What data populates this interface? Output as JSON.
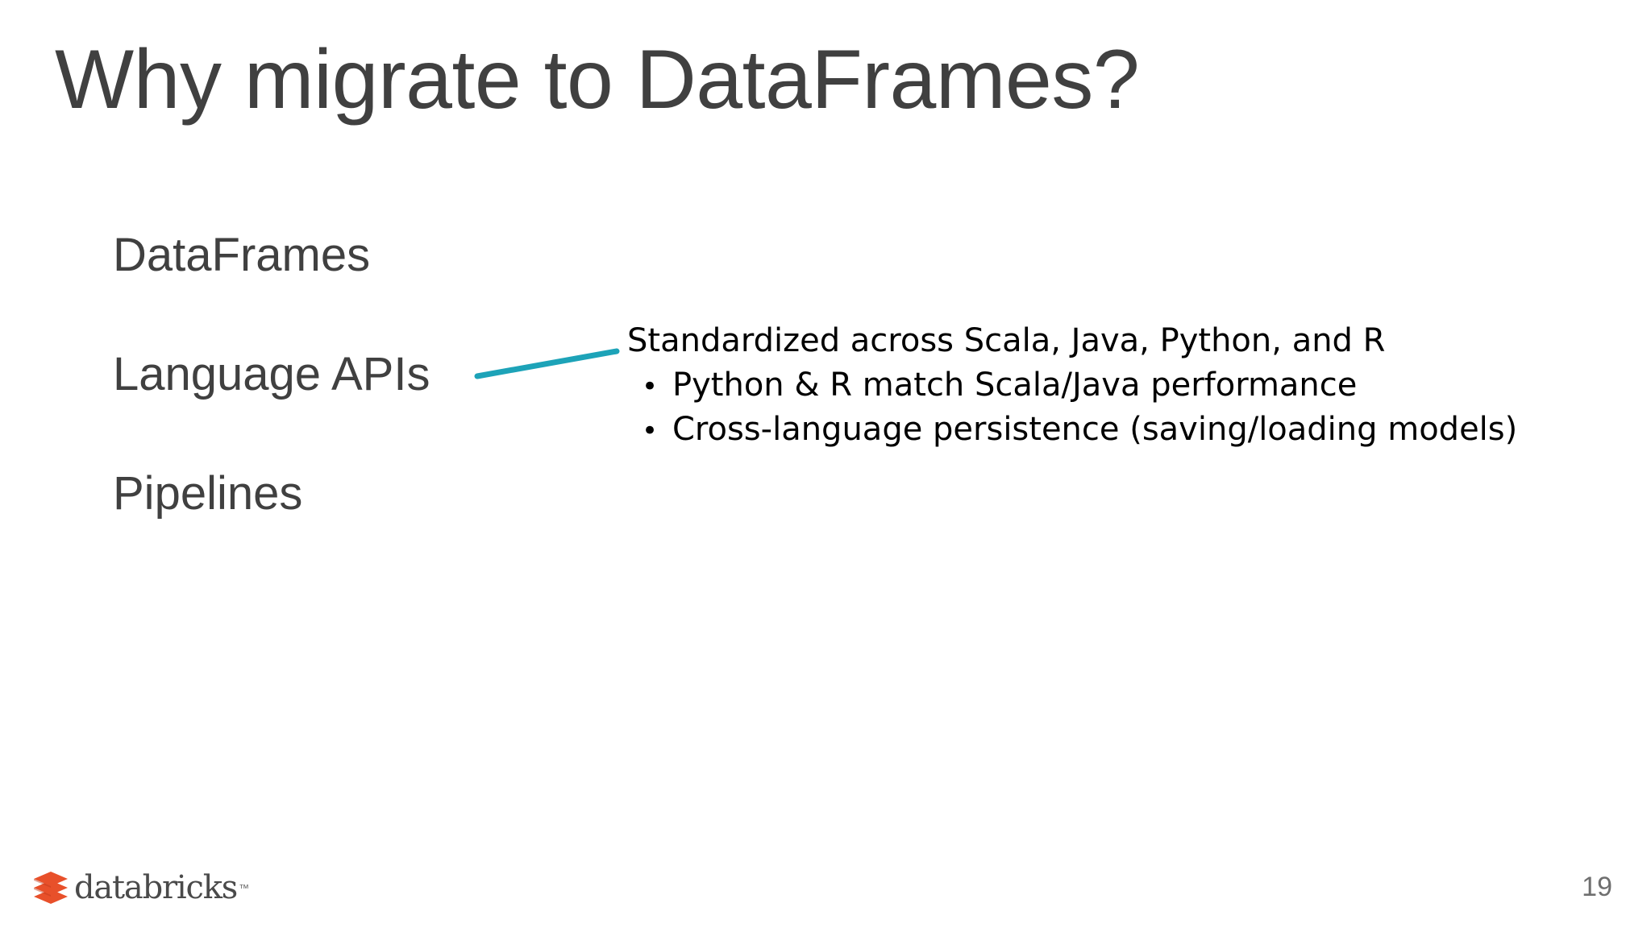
{
  "slide": {
    "title": "Why migrate to DataFrames?",
    "page_number": "19",
    "background_color": "#ffffff",
    "title_color": "#404040",
    "accent_color": "#1da3b8",
    "logo_mark_color": "#e8502a"
  },
  "outline": {
    "items": [
      {
        "label": "DataFrames"
      },
      {
        "label": "Language APIs"
      },
      {
        "label": "Pipelines"
      }
    ]
  },
  "detail": {
    "heading": "Standardized across Scala, Java, Python, and R",
    "bullet_glyph": "•",
    "bullets": [
      {
        "text": "Python & R match Scala/Java performance"
      },
      {
        "text": "Cross-language persistence (saving/loading models)"
      }
    ]
  },
  "logo": {
    "wordmark": "databricks",
    "trademark": "™"
  }
}
